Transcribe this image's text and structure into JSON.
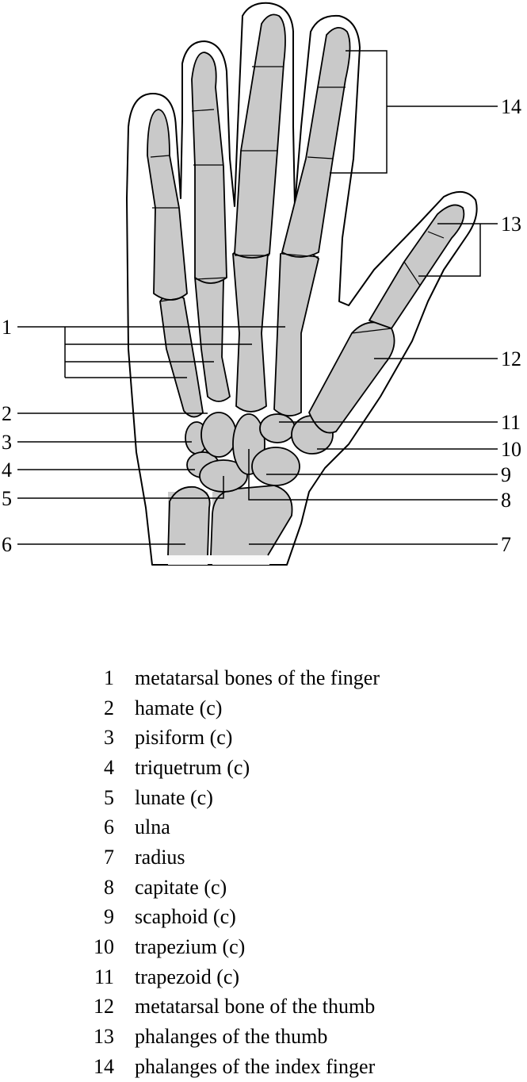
{
  "callouts": [
    {
      "num": "1"
    },
    {
      "num": "2"
    },
    {
      "num": "3"
    },
    {
      "num": "4"
    },
    {
      "num": "5"
    },
    {
      "num": "6"
    },
    {
      "num": "7"
    },
    {
      "num": "8"
    },
    {
      "num": "9"
    },
    {
      "num": "10"
    },
    {
      "num": "11"
    },
    {
      "num": "12"
    },
    {
      "num": "13"
    },
    {
      "num": "14"
    }
  ],
  "legend": [
    {
      "num": "1",
      "text": "metatarsal bones of the finger"
    },
    {
      "num": "2",
      "text": "hamate (c)"
    },
    {
      "num": "3",
      "text": "pisiform (c)"
    },
    {
      "num": "4",
      "text": "triquetrum (c)"
    },
    {
      "num": "5",
      "text": "lunate (c)"
    },
    {
      "num": "6",
      "text": "ulna"
    },
    {
      "num": "7",
      "text": "radius"
    },
    {
      "num": "8",
      "text": "capitate (c)"
    },
    {
      "num": "9",
      "text": "scaphoid (c)"
    },
    {
      "num": "10",
      "text": "trapezium (c)"
    },
    {
      "num": "11",
      "text": "trapezoid (c)"
    },
    {
      "num": "12",
      "text": "metatarsal bone of the thumb"
    },
    {
      "num": "13",
      "text": "phalanges of the thumb"
    },
    {
      "num": "14",
      "text": "phalanges of the index finger"
    }
  ]
}
